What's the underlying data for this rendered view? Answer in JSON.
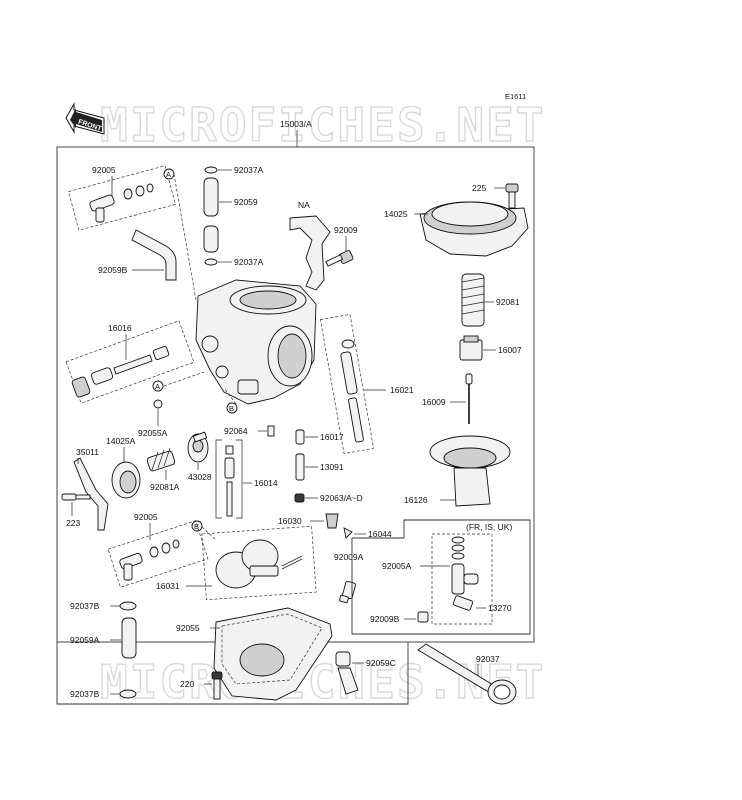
{
  "diagram": {
    "code": "E1611",
    "front_label": "FRONT",
    "watermark": "MICROFICHES.NET",
    "assembly": "15003/A",
    "variant_note": "(FR, IS, UK)",
    "callouts": [
      "A",
      "B"
    ],
    "labels": {
      "p92005_top": "92005",
      "p92037a_1": "92037A",
      "p92059": "92059",
      "p92037a_2": "92037A",
      "na": "NA",
      "p92009": "92009",
      "p92059b": "92059B",
      "p16016": "16016",
      "p92055a": "92055A",
      "p92064": "92064",
      "p16017": "16017",
      "p13091": "13091",
      "p16014": "16014",
      "p92063": "92063/A~D",
      "p16030": "16030",
      "p16044": "16044",
      "p35011": "35011",
      "p14025a": "14025A",
      "p92081a": "92081A",
      "p43028": "43028",
      "p223": "223",
      "p92005_mid": "92005",
      "p16031": "16031",
      "p92037b_1": "92037B",
      "p92059a": "92059A",
      "p92055": "92055",
      "p220": "220",
      "p92037b_2": "92037B",
      "p92009a": "92009A",
      "p92059c": "92059C",
      "p16021": "16021",
      "p225": "225",
      "p14025": "14025",
      "p92081": "92081",
      "p16007": "16007",
      "p16009": "16009",
      "p16126": "16126",
      "p92005a": "92005A",
      "p92009b": "92009B",
      "p13270": "13270",
      "p92037": "92037"
    }
  }
}
